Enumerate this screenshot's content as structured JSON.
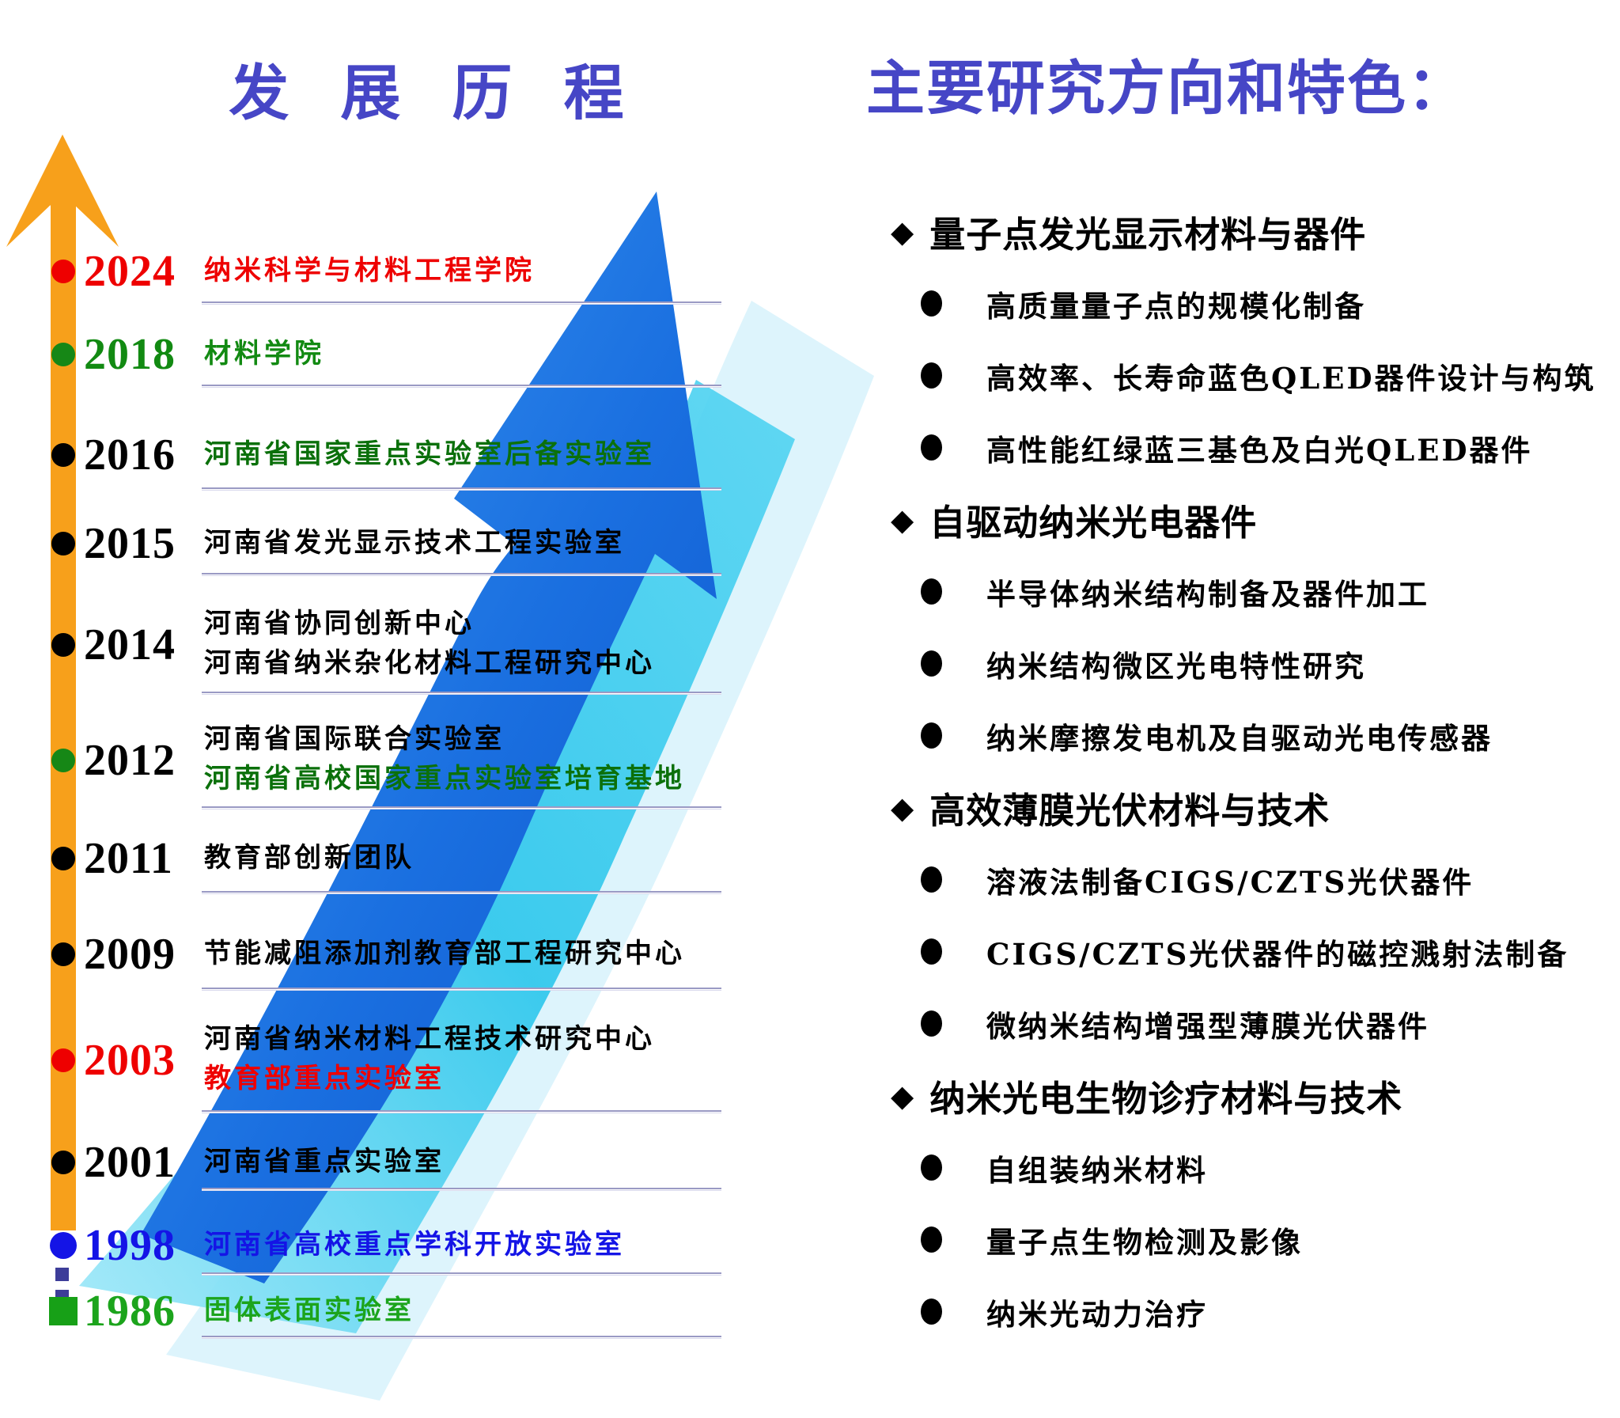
{
  "left": {
    "title": "发 展 历 程",
    "timeline": [
      {
        "year": "2024",
        "year_color": "#ee0000",
        "marker": {
          "shape": "circle",
          "color": "#ee0000"
        },
        "lines": [
          {
            "text": "纳米科学与材料工程学院",
            "color": "#ee0000"
          }
        ]
      },
      {
        "year": "2018",
        "year_color": "#128a12",
        "marker": {
          "shape": "circle",
          "color": "#168716"
        },
        "lines": [
          {
            "text": "材料学院",
            "color": "#128a12"
          }
        ]
      },
      {
        "year": "2016",
        "year_color": "#000000",
        "marker": {
          "shape": "circle",
          "color": "#000000"
        },
        "lines": [
          {
            "text": "河南省国家重点实验室后备实验室",
            "color": "#0b700b"
          }
        ]
      },
      {
        "year": "2015",
        "year_color": "#000000",
        "marker": {
          "shape": "circle",
          "color": "#000000"
        },
        "lines": [
          {
            "text": "河南省发光显示技术工程实验室",
            "color": "#000000"
          }
        ]
      },
      {
        "year": "2014",
        "year_color": "#000000",
        "marker": {
          "shape": "circle",
          "color": "#000000"
        },
        "lines": [
          {
            "text": "河南省协同创新中心",
            "color": "#000000"
          },
          {
            "text": "河南省纳米杂化材料工程研究中心",
            "color": "#000000"
          }
        ]
      },
      {
        "year": "2012",
        "year_color": "#000000",
        "marker": {
          "shape": "circle",
          "color": "#168716"
        },
        "lines": [
          {
            "text": "河南省国际联合实验室",
            "color": "#000000"
          },
          {
            "text": "河南省高校国家重点实验室培育基地",
            "color": "#0b700b"
          }
        ]
      },
      {
        "year": "2011",
        "year_color": "#000000",
        "marker": {
          "shape": "circle",
          "color": "#000000"
        },
        "lines": [
          {
            "text": "教育部创新团队",
            "color": "#000000"
          }
        ]
      },
      {
        "year": "2009",
        "year_color": "#000000",
        "marker": {
          "shape": "circle",
          "color": "#000000"
        },
        "lines": [
          {
            "text": "节能减阻添加剂教育部工程研究中心",
            "color": "#000000"
          }
        ]
      },
      {
        "year": "2003",
        "year_color": "#ee0000",
        "marker": {
          "shape": "circle",
          "color": "#ee0000"
        },
        "lines": [
          {
            "text": "河南省纳米材料工程技术研究中心",
            "color": "#000000"
          },
          {
            "text": "教育部重点实验室",
            "color": "#ee0000"
          }
        ]
      },
      {
        "year": "2001",
        "year_color": "#000000",
        "marker": {
          "shape": "circle",
          "color": "#000000"
        },
        "lines": [
          {
            "text": "河南省重点实验室",
            "color": "#000000"
          }
        ]
      },
      {
        "year": "1998",
        "year_color": "#1414e6",
        "marker": {
          "shape": "circle",
          "color": "#1414e6"
        },
        "lines": [
          {
            "text": "河南省高校重点学科开放实验室",
            "color": "#1414e6"
          }
        ]
      },
      {
        "year": "1986",
        "year_color": "#1ca41c",
        "marker": {
          "shape": "square",
          "color": "#17a017"
        },
        "lines": [
          {
            "text": "固体表面实验室",
            "color": "#1ca41c"
          }
        ]
      }
    ]
  },
  "right": {
    "title": "主要研究方向和特色：",
    "sections": [
      {
        "heading": "量子点发光显示材料与器件",
        "items": [
          "高质量量子点的规模化制备",
          "高效率、长寿命蓝色QLED器件设计与构筑",
          "高性能红绿蓝三基色及白光QLED器件"
        ]
      },
      {
        "heading": "自驱动纳米光电器件",
        "items": [
          "半导体纳米结构制备及器件加工",
          "纳米结构微区光电特性研究",
          "纳米摩擦发电机及自驱动光电传感器"
        ]
      },
      {
        "heading": "高效薄膜光伏材料与技术",
        "items": [
          "溶液法制备CIGS/CZTS光伏器件",
          "CIGS/CZTS光伏器件的磁控溅射法制备",
          "微纳米结构增强型薄膜光伏器件"
        ]
      },
      {
        "heading": "纳米光电生物诊疗材料与技术",
        "items": [
          "自组装纳米材料",
          "量子点生物检测及影像",
          "纳米光动力治疗"
        ]
      }
    ]
  },
  "palette": {
    "title_blue": "#4646c6",
    "orange": "#f7a01b",
    "red": "#ee0000",
    "green_dark": "#0b700b",
    "green_mid": "#128a12",
    "green_bright": "#1ca41c",
    "blue": "#1414e6",
    "navy_dash": "#3d3d99",
    "divider": "#9a9ac4",
    "arrow_blue_dark": "#0c52c8",
    "arrow_blue_light": "#3b9af0",
    "arrow_cyan": "#27c3ea"
  }
}
